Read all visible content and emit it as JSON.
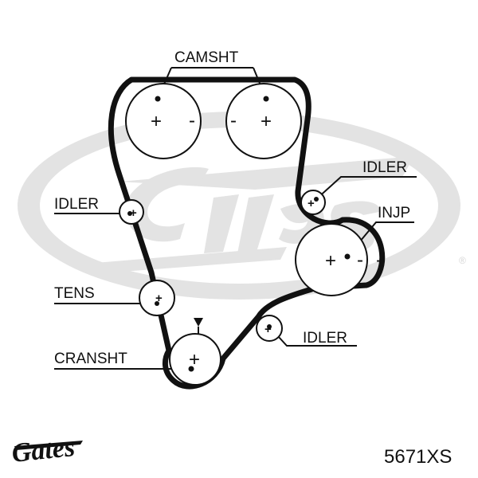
{
  "labels": {
    "camshaft": "CAMSHT",
    "idler_top_right": "IDLER",
    "idler_left": "IDLER",
    "injection_pump": "INJP",
    "tensioner": "TENS",
    "crankshaft": "CRANSHT",
    "idler_bottom": "IDLER"
  },
  "signs": {
    "plus": "+",
    "minus": "-"
  },
  "registered_mark": "®",
  "brand": "Gates",
  "part_number": "5671XS",
  "colors": {
    "ink": "#111111",
    "watermark": "#e3e3e3"
  },
  "icons": {
    "watermark": "gates-watermark-icon",
    "logo": "gates-logo-icon",
    "timing_mark": "triangle-down-icon"
  }
}
